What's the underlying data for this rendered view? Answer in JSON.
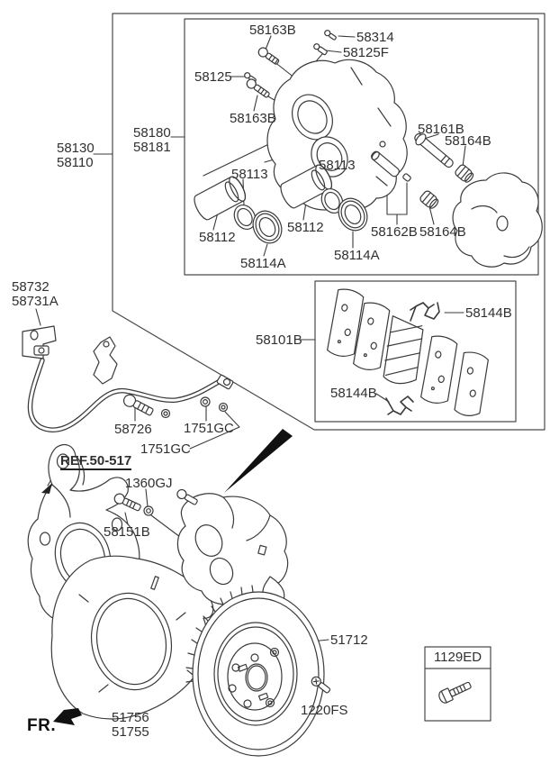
{
  "diagram": {
    "colors": {
      "line": "#3a3a3a",
      "text": "#303030",
      "solid": "#111111",
      "bg": "#ffffff"
    },
    "labels": [
      {
        "id": "58163B-top",
        "text": "58163B"
      },
      {
        "id": "58314",
        "text": "58314"
      },
      {
        "id": "58125F",
        "text": "58125F"
      },
      {
        "id": "58125",
        "text": "58125"
      },
      {
        "id": "58163B-lower",
        "text": "58163B"
      },
      {
        "id": "58180",
        "text": "58180"
      },
      {
        "id": "58181",
        "text": "58181"
      },
      {
        "id": "58130",
        "text": "58130"
      },
      {
        "id": "58110",
        "text": "58110"
      },
      {
        "id": "58161B",
        "text": "58161B"
      },
      {
        "id": "58164B-upper",
        "text": "58164B"
      },
      {
        "id": "58113-left",
        "text": "58113"
      },
      {
        "id": "58113-right",
        "text": "58113"
      },
      {
        "id": "58112-left",
        "text": "58112"
      },
      {
        "id": "58112-right",
        "text": "58112"
      },
      {
        "id": "58162B",
        "text": "58162B"
      },
      {
        "id": "58164B-lower",
        "text": "58164B"
      },
      {
        "id": "58114A-left",
        "text": "58114A"
      },
      {
        "id": "58114A-right",
        "text": "58114A"
      },
      {
        "id": "58101B",
        "text": "58101B"
      },
      {
        "id": "58144B-top",
        "text": "58144B"
      },
      {
        "id": "58144B-bottom",
        "text": "58144B"
      },
      {
        "id": "58732",
        "text": "58732"
      },
      {
        "id": "58731A",
        "text": "58731A"
      },
      {
        "id": "58726",
        "text": "58726"
      },
      {
        "id": "1751GC-right",
        "text": "1751GC"
      },
      {
        "id": "1751GC-lower",
        "text": "1751GC"
      },
      {
        "id": "ref-callout",
        "text": "REF.50-517"
      },
      {
        "id": "1360GJ",
        "text": "1360GJ"
      },
      {
        "id": "58151B",
        "text": "58151B"
      },
      {
        "id": "51712",
        "text": "51712"
      },
      {
        "id": "1220FS",
        "text": "1220FS"
      },
      {
        "id": "51756",
        "text": "51756"
      },
      {
        "id": "51755",
        "text": "51755"
      },
      {
        "id": "1129ED",
        "text": "1129ED"
      },
      {
        "id": "fr-indicator",
        "text": "FR."
      }
    ]
  }
}
